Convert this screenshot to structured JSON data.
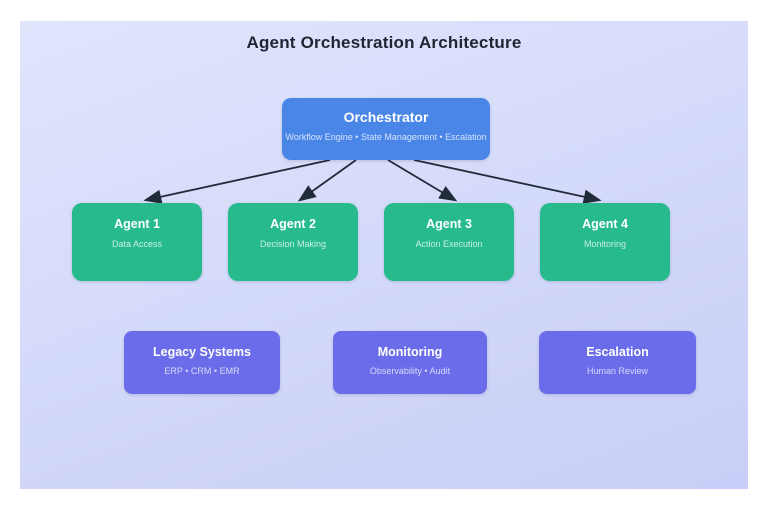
{
  "title": "Agent Orchestration Architecture",
  "colors": {
    "background_top": "#e0e5fc",
    "background_bottom": "#c8cef7",
    "orchestrator_fill": "#4a86e8",
    "agent_fill": "#26ba8d",
    "system_fill": "#6b6ce9",
    "arrow_color": "#222b3a",
    "title_color": "#1f2533"
  },
  "orchestrator": {
    "title": "Orchestrator",
    "subtitle": "Workflow Engine • State Management • Escalation"
  },
  "agents": [
    {
      "title": "Agent 1",
      "subtitle": "Data Access"
    },
    {
      "title": "Agent 2",
      "subtitle": "Decision Making"
    },
    {
      "title": "Agent 3",
      "subtitle": "Action Execution"
    },
    {
      "title": "Agent 4",
      "subtitle": "Monitoring"
    }
  ],
  "systems": [
    {
      "title": "Legacy Systems",
      "subtitle": "ERP • CRM • EMR"
    },
    {
      "title": "Monitoring",
      "subtitle": "Observability • Audit"
    },
    {
      "title": "Escalation",
      "subtitle": "Human Review"
    }
  ],
  "edges": [
    {
      "from": "Orchestrator",
      "to": "Agent 1"
    },
    {
      "from": "Orchestrator",
      "to": "Agent 2"
    },
    {
      "from": "Orchestrator",
      "to": "Agent 3"
    },
    {
      "from": "Orchestrator",
      "to": "Agent 4"
    }
  ]
}
